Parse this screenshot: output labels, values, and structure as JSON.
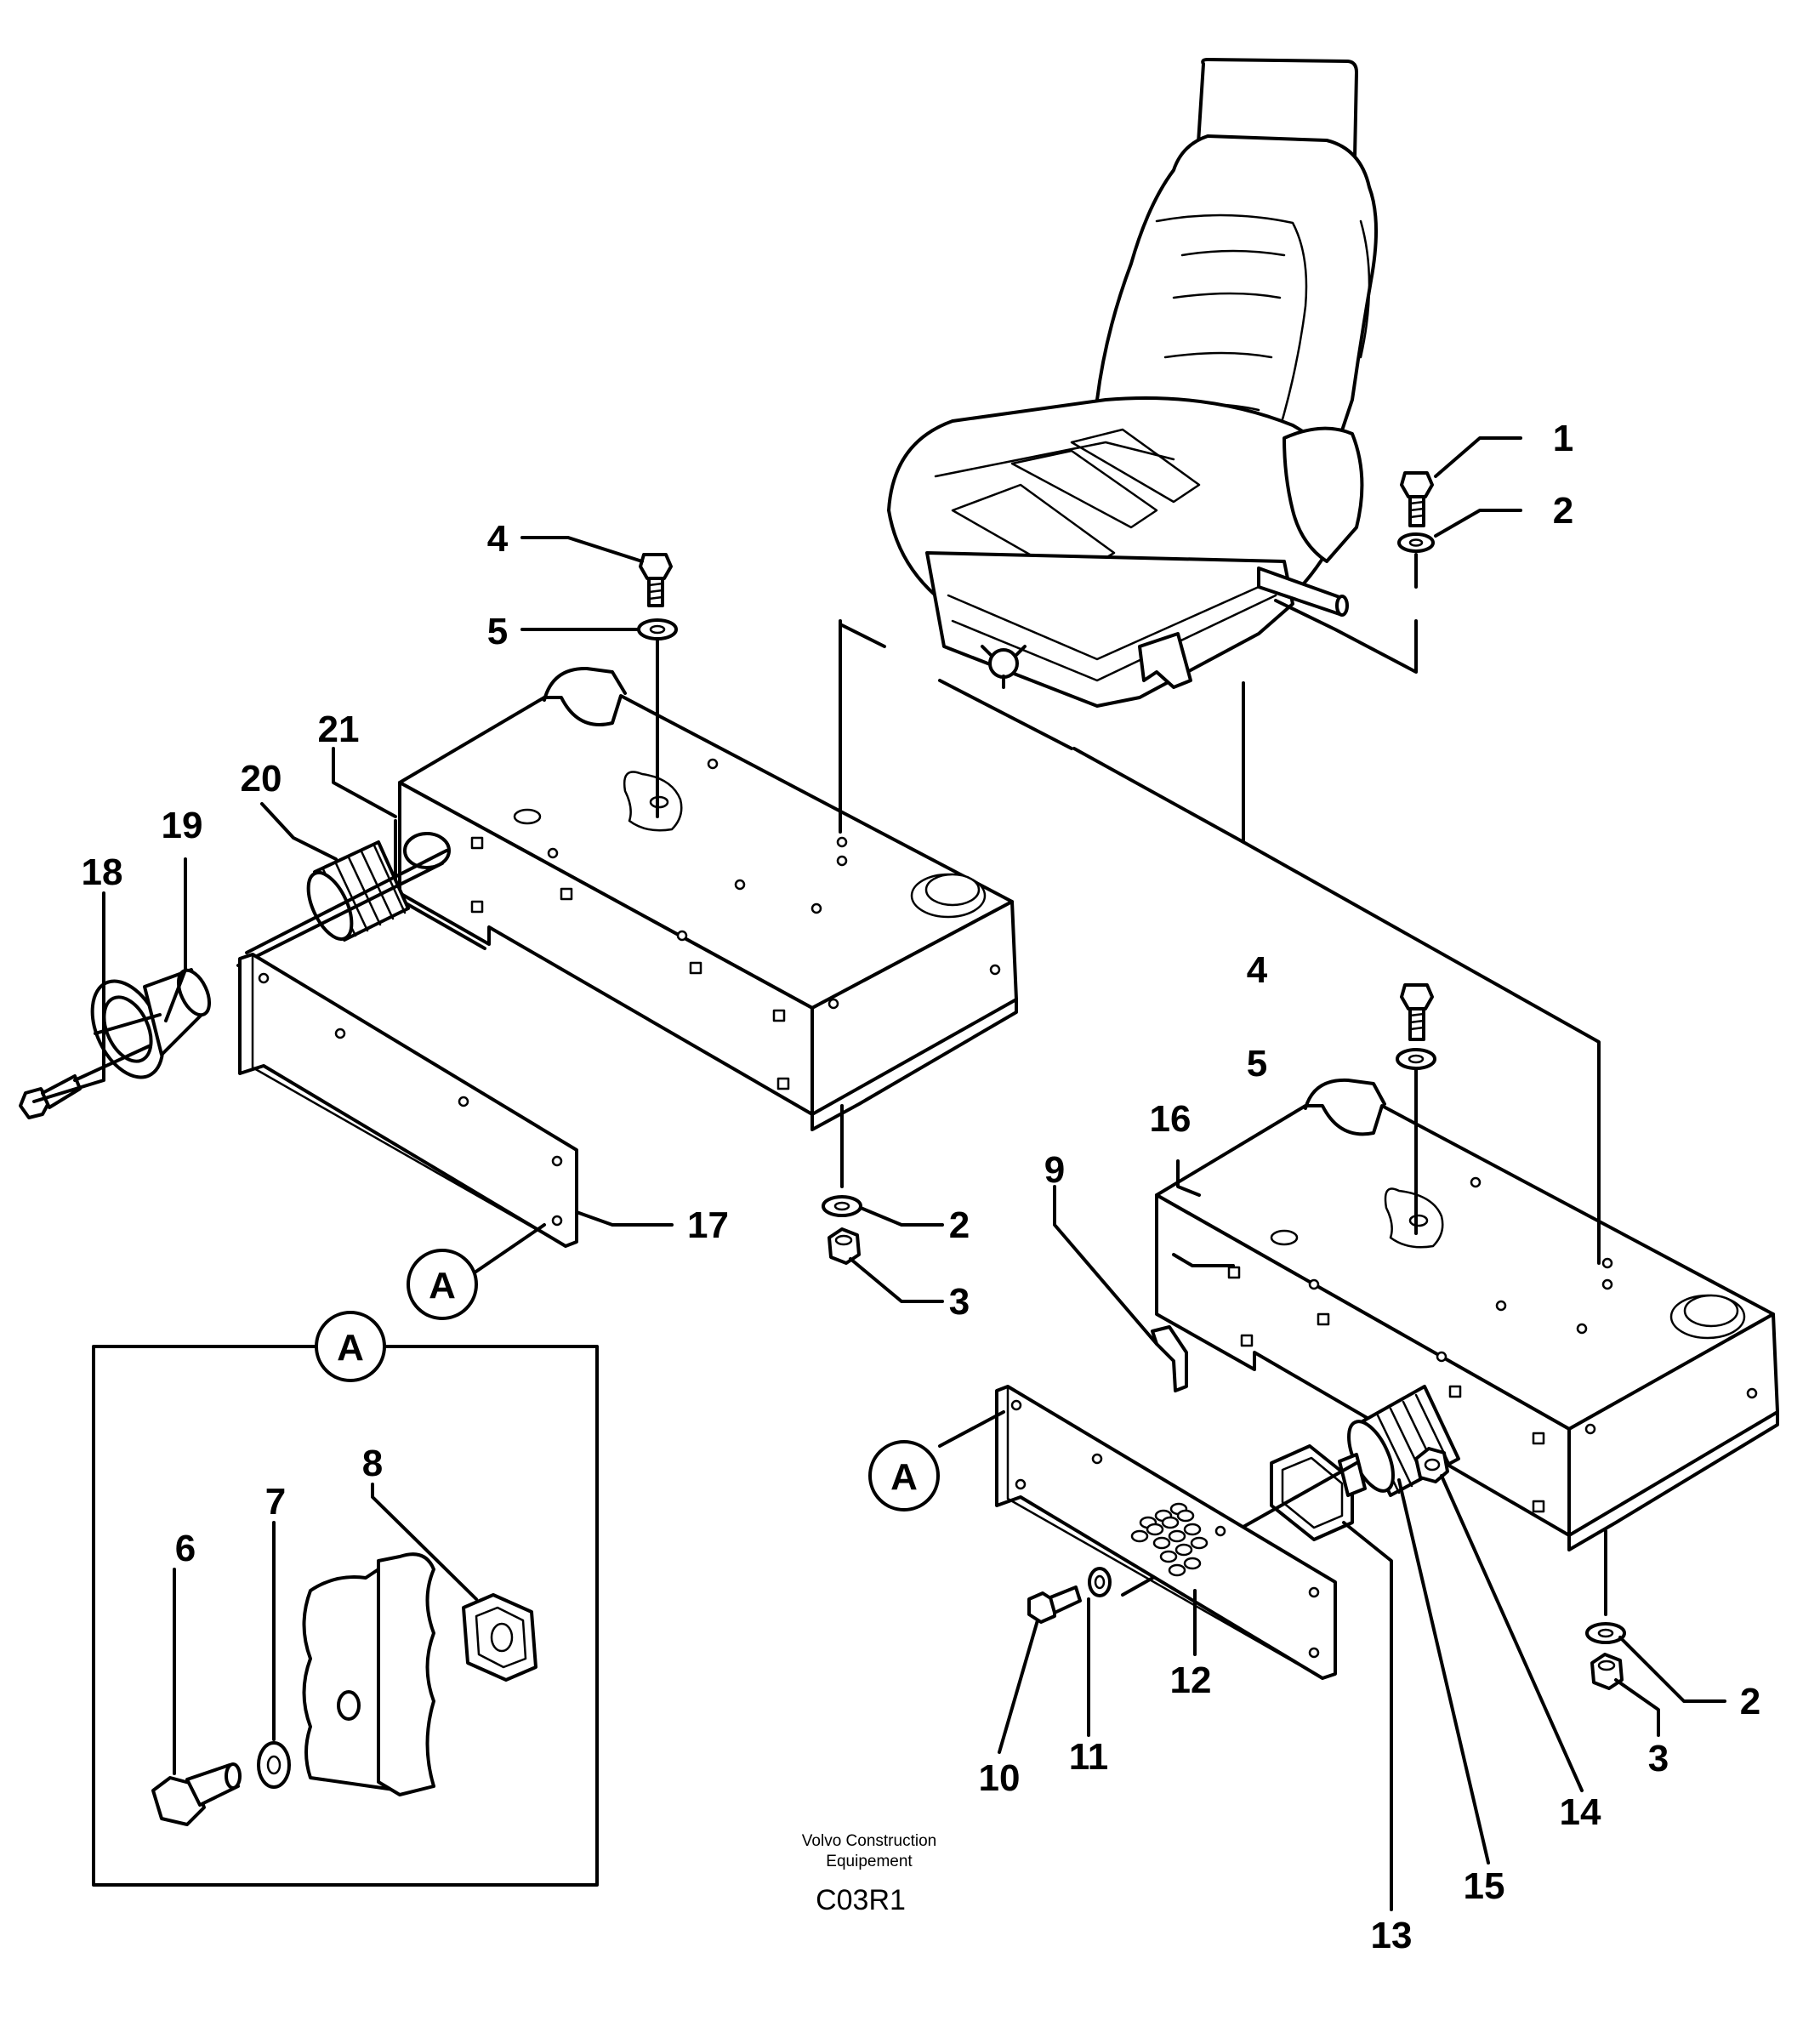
{
  "labels": {
    "n1": "1",
    "n2a": "2",
    "n2b": "2",
    "n2c": "2",
    "n3a": "3",
    "n3b": "3",
    "n4a": "4",
    "n4b": "4",
    "n5a": "5",
    "n5b": "5",
    "n6": "6",
    "n7": "7",
    "n8": "8",
    "n9": "9",
    "n10": "10",
    "n11": "11",
    "n12": "12",
    "n13": "13",
    "n14": "14",
    "n15": "15",
    "n16": "16",
    "n17": "17",
    "n18": "18",
    "n19": "19",
    "n20": "20",
    "n21": "21"
  },
  "detail_callouts": {
    "left": "A",
    "right": "A",
    "inset": "A"
  },
  "footer": {
    "maker_line1": "Volvo Construction",
    "maker_line2": "Equipement",
    "code": "C03R1"
  }
}
